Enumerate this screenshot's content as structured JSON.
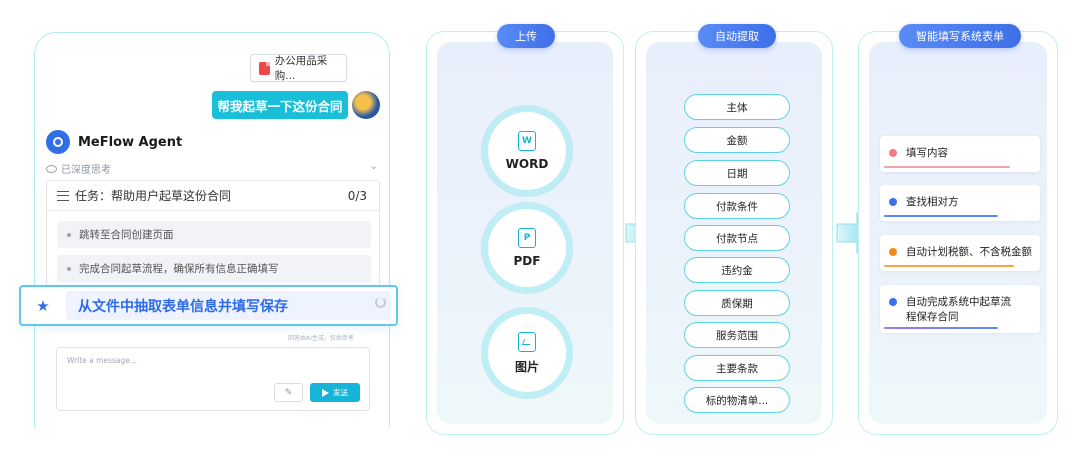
{
  "chat": {
    "file_name": "办公用品采购...",
    "user_message": "帮我起草一下这份合同",
    "agent_name": "MeFlow Agent",
    "thinking_status": "已深度思考",
    "task_title": "任务：帮助用户起草这份合同",
    "task_progress": "0/3",
    "steps": [
      "跳转至合同创建页面",
      "完成合同起草流程，确保所有信息正确填写"
    ],
    "highlight_step": "从文件中抽取表单信息并填写保存",
    "disclaimer": "回答由AI生成，仅供参考",
    "input_placeholder": "Write a message...",
    "send_label": "发送"
  },
  "upload": {
    "title": "上传",
    "items": [
      {
        "label": "WORD",
        "glyph": "W",
        "icon": "word-file-icon"
      },
      {
        "label": "PDF",
        "glyph": "P",
        "icon": "pdf-file-icon"
      },
      {
        "label": "图片",
        "glyph": "",
        "icon": "image-file-icon"
      }
    ]
  },
  "extract": {
    "title": "自动提取",
    "fields": [
      "主体",
      "金额",
      "日期",
      "付款条件",
      "付款节点",
      "违约金",
      "质保期",
      "服务范围",
      "主要条款",
      "标的物清单..."
    ]
  },
  "fill": {
    "title": "智能填写系统表单",
    "cards": [
      {
        "text": "填写内容",
        "dot": "#f07a86",
        "bar": "#f5a3ab"
      },
      {
        "text": "查找相对方",
        "dot": "#3d6fe8",
        "bar": "#5a8cf6"
      },
      {
        "text": "自动计划税额、不含税金额",
        "dot": "#f28b1f",
        "bar": "#f5a54a"
      },
      {
        "text": "自动完成系统中起草流程保存合同",
        "dot": "#3d6fe8",
        "bar": "#7f74e8"
      }
    ]
  },
  "colors": {
    "accent": "#19bfd9",
    "primary": "#3d6fe8",
    "border": "#aeeef2"
  }
}
